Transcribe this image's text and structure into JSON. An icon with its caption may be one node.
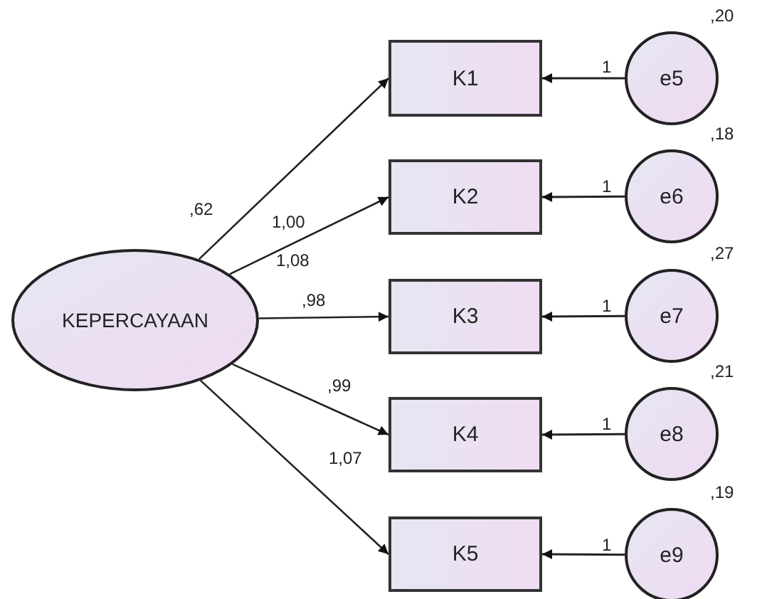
{
  "diagram": {
    "nodes": [
      {
        "text": [
          "KEPERCAYAAN"
        ],
        "beside": [
          ",62"
        ]
      },
      {
        "text": [
          "K1"
        ]
      },
      {
        "text": [
          "K2"
        ]
      },
      {
        "text": [
          "K3"
        ]
      },
      {
        "text": [
          "K4"
        ]
      },
      {
        "text": [
          "K5"
        ]
      },
      {
        "text": [
          "e5"
        ],
        "beside": [
          ",20"
        ]
      },
      {
        "text": [
          "e6"
        ],
        "beside": [
          ",18"
        ]
      },
      {
        "text": [
          "e7"
        ],
        "beside": [
          ",27"
        ]
      },
      {
        "text": [
          "e8"
        ],
        "beside": [
          ",21"
        ]
      },
      {
        "text": [
          "e9"
        ],
        "beside": [
          ",19"
        ]
      }
    ],
    "edges": [
      {
        "from": 0,
        "to": 1,
        "arrow": "to",
        "label": "1,00"
      },
      {
        "from": 0,
        "to": 2,
        "arrow": "to",
        "label": "1,08"
      },
      {
        "from": 0,
        "to": 3,
        "arrow": "to",
        "label": ",98"
      },
      {
        "from": 0,
        "to": 4,
        "arrow": "to",
        "label": ",99"
      },
      {
        "from": 0,
        "to": 5,
        "arrow": "to",
        "label": "1,07"
      },
      {
        "from": 6,
        "to": 1,
        "arrow": "to",
        "label": "1"
      },
      {
        "from": 7,
        "to": 2,
        "arrow": "to",
        "label": "1"
      },
      {
        "from": 8,
        "to": 3,
        "arrow": "to",
        "label": "1"
      },
      {
        "from": 9,
        "to": 4,
        "arrow": "to",
        "label": "1"
      },
      {
        "from": 10,
        "to": 5,
        "arrow": "to",
        "label": "1"
      }
    ]
  }
}
